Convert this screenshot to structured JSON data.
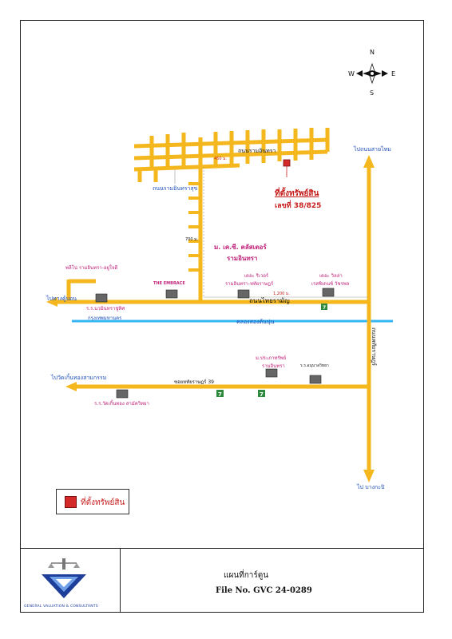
{
  "compass": {
    "n": "N",
    "s": "S",
    "e": "E",
    "w": "W"
  },
  "colors": {
    "road": "#f5b71e",
    "canal": "#35b6f2",
    "label_blue": "#1f4fb8",
    "label_magenta": "#c0207a",
    "property": "#d42a2a"
  },
  "labels": {
    "road_top": "ถนนรามอินทรา",
    "soi_left": "ถนนรามอินทราสุข",
    "dist_top": "450 ม.",
    "property_name": "ที่ตั้งทรัพย์สิน",
    "property_no": "เลขที่ 38/825",
    "to_saimai": "ไปถนนสายไหม",
    "dist_mid": "700 ม.",
    "village": "ม. เค.ซี. คลัสเตอร์",
    "village_sub": "รามอินทรา",
    "market_left": "พลีโน่ รามอินทรา-อยู่ใจดี",
    "embrace": "THE EMBRACE",
    "the_nine": "เดอะ ริเวอร์",
    "the_nine_sub": "รามอินทรา-หทัยราษฎร์",
    "village_right": "เดอะ วิลล่า",
    "village_right_sub": "เรสซิเดนซ์ วัชรพล",
    "dist_road": "1,200 ม.",
    "to_khubon": "ไปทางคู้บอน",
    "school_left": "ร.ร.นวมินทราชูทิศ",
    "school_left_sub": "กรุงเทพมหานคร",
    "main_road": "ถนนไทยรามัญ",
    "canal": "คลองสองต้นนุ่น",
    "right_road": "ถนนหทัยราษฎร์",
    "to_wat": "ไปวัดเกิ้นทองสามกรรม",
    "village_low": "ม.ประภาทรัพย์",
    "village_low_sub": "รามอินทรา",
    "school_right": "ร.ร.อนุบาลวิทยา",
    "soi_low": "ซอยหทัยราษฎร์ 39",
    "school_low": "ร.ร.วัดเกิ้นทอง สามัควิทยา",
    "to_bangkapi": "ไป บางกะปิ",
    "seven_eleven": "7"
  },
  "legend": {
    "text": "ที่ตั้งทรัพย์สิน"
  },
  "footer": {
    "title": "แผนที่การ์ตูน",
    "file_no": "File No. GVC 24-0289",
    "company": "GENERAL VALUATION & CONSULTANTS"
  }
}
